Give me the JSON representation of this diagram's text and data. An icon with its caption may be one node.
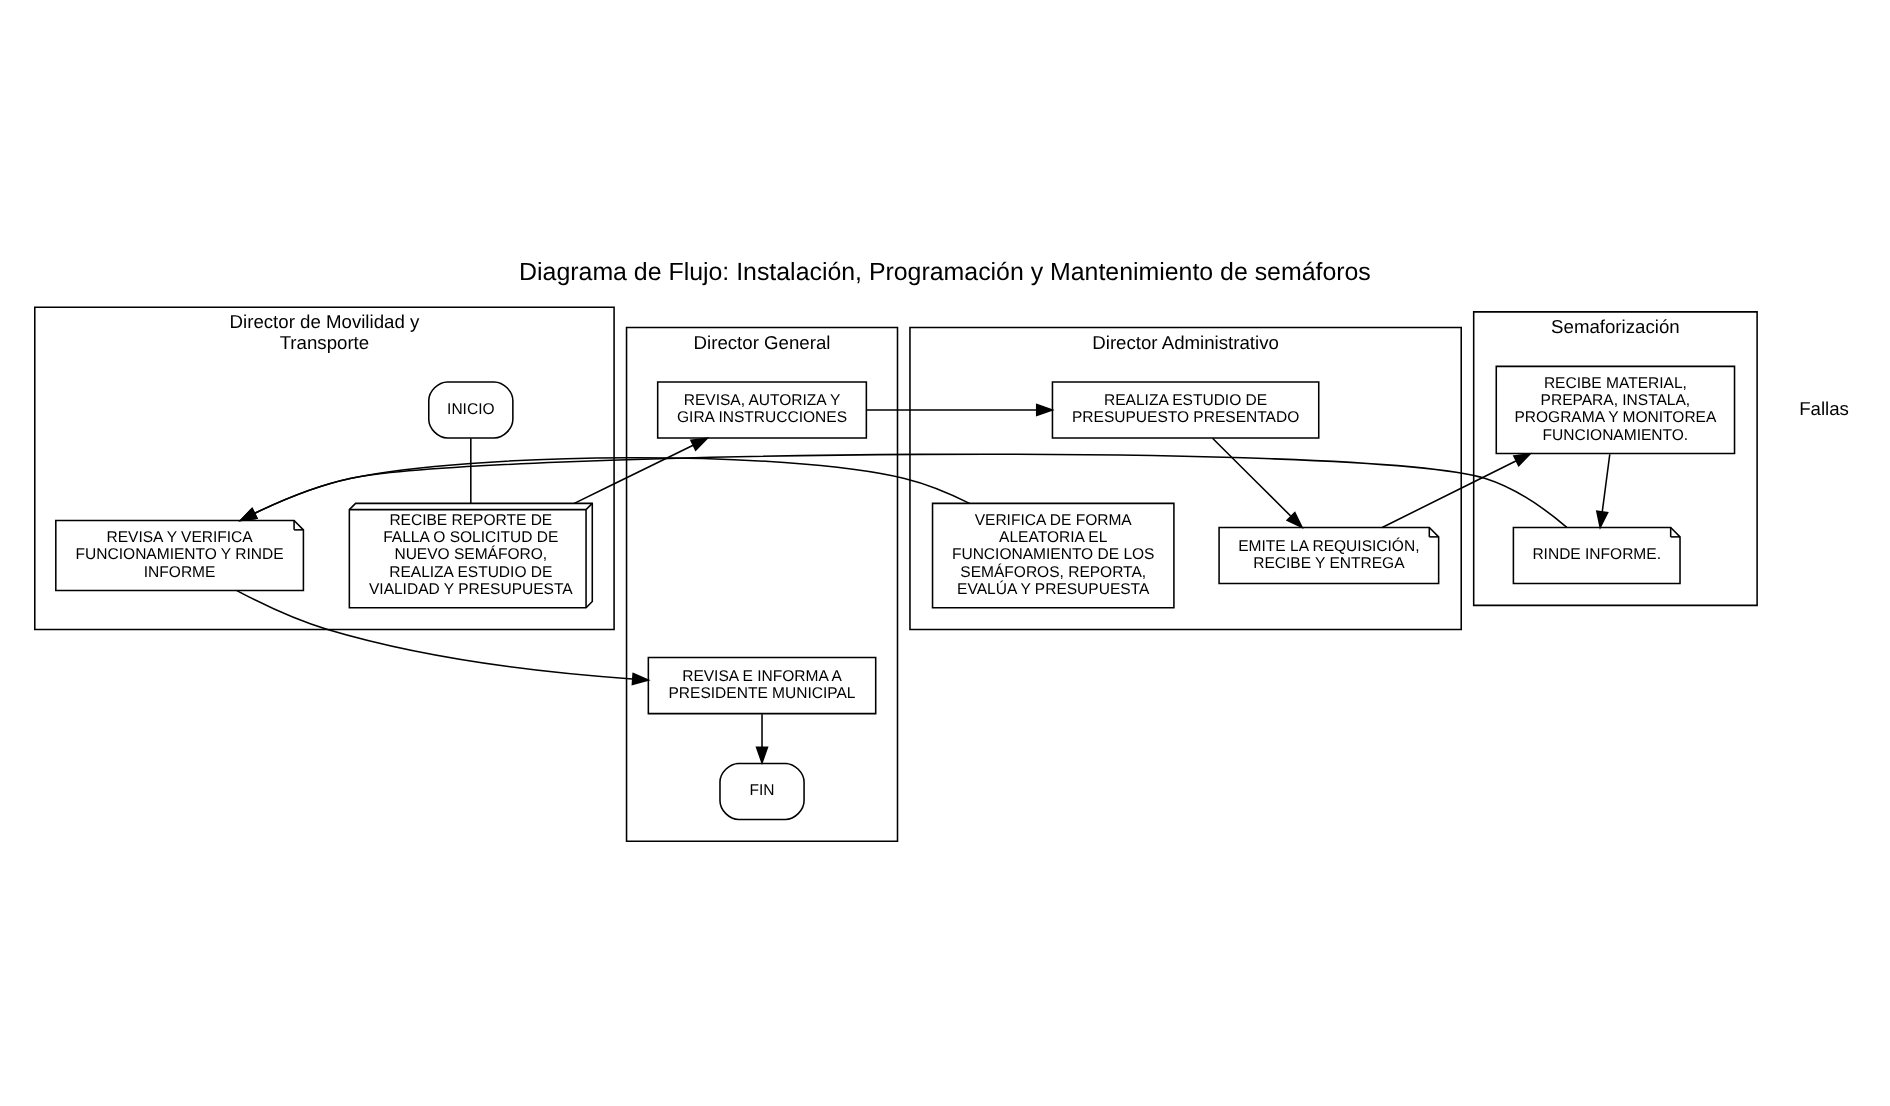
{
  "diagram": {
    "title": "Diagrama de Flujo: Instalación, Programación y Mantenimiento de semáforos",
    "nodes": [
      {
        "text": [
          "Director de Movilidad y Transporte"
        ]
      },
      {
        "text": [
          "INICIO"
        ],
        "in": 0
      },
      {
        "text": [
          "RECIBE REPORTE DE FALLA O SOLICITUD DE NUEVO SEMÁFORO, REALIZA ESTUDIO DE VIALIDAD Y PRESUPUESTA"
        ],
        "in": 0
      },
      {
        "text": [
          "REVISA Y VERIFICA FUNCIONAMIENTO Y RINDE INFORME"
        ],
        "in": 0
      },
      {
        "text": [
          "Director General"
        ]
      },
      {
        "text": [
          "REVISA, AUTORIZA Y GIRA INSTRUCCIONES"
        ],
        "in": 4
      },
      {
        "text": [
          "REVISA E INFORMA A PRESIDENTE MUNICIPAL"
        ],
        "in": 4
      },
      {
        "text": [
          "FIN"
        ],
        "in": 4
      },
      {
        "text": [
          "Director Administrativo"
        ]
      },
      {
        "text": [
          "REALIZA ESTUDIO DE PRESUPUESTO PRESENTADO"
        ],
        "in": 8
      },
      {
        "text": [
          "EMITE LA REQUISICIÓN, RECIBE Y ENTREGA"
        ],
        "in": 8
      },
      {
        "text": [
          "VERIFICA DE FORMA ALEATORIA EL FUNCIONAMIENTO DE LOS SEMÁFOROS, REPORTA, EVALÚA Y PRESUPUESTA"
        ],
        "in": 8
      },
      {
        "text": [
          "Semaforización"
        ]
      },
      {
        "text": [
          "RECIBE MATERIAL, PREPARA, INSTALA, PROGRAMA Y MONITOREA FUNCIONAMIENTO."
        ],
        "in": 12
      },
      {
        "text": [
          "RINDE INFORME."
        ],
        "in": 12
      }
    ],
    "edges": [
      {
        "from": 1,
        "to": 2,
        "arrow": "none"
      },
      {
        "from": 2,
        "to": 5,
        "arrow": "to"
      },
      {
        "from": 5,
        "to": 9,
        "arrow": "to"
      },
      {
        "from": 9,
        "to": 10,
        "arrow": "to"
      },
      {
        "from": 10,
        "to": 13,
        "arrow": "to"
      },
      {
        "from": 13,
        "to": 14,
        "arrow": "to"
      },
      {
        "from": 14,
        "to": 3,
        "arrow": "to"
      },
      {
        "from": 11,
        "to": 3,
        "arrow": "to"
      },
      {
        "from": 3,
        "to": 6,
        "arrow": "to"
      },
      {
        "from": 6,
        "to": 7,
        "arrow": "to"
      }
    ],
    "labels": [
      "Fallas"
    ]
  }
}
